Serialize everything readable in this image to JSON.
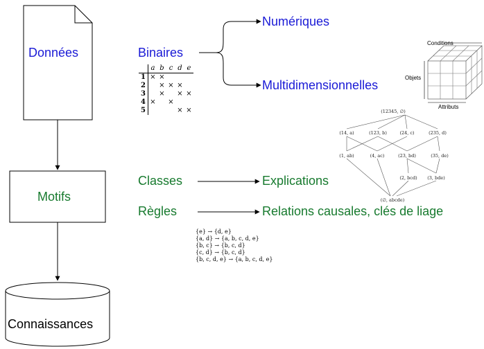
{
  "left_column": {
    "donnees": "Données",
    "motifs": "Motifs",
    "connaissances": "Connaissances"
  },
  "binary": {
    "label": "Binaires",
    "numeriques": "Numériques",
    "multidim": "Multidimensionnelles"
  },
  "cube": {
    "conditions": "Conditions",
    "objets": "Objets",
    "attributs": "Attributs"
  },
  "matrix": {
    "columns": [
      "a",
      "b",
      "c",
      "d",
      "e"
    ],
    "rows": [
      {
        "id": "1",
        "cells": [
          "×",
          "×",
          "",
          "",
          ""
        ]
      },
      {
        "id": "2",
        "cells": [
          "",
          "×",
          "×",
          "×",
          ""
        ]
      },
      {
        "id": "3",
        "cells": [
          "",
          "×",
          "",
          "×",
          "×"
        ]
      },
      {
        "id": "4",
        "cells": [
          "×",
          "",
          "×",
          "",
          ""
        ]
      },
      {
        "id": "5",
        "cells": [
          "",
          "",
          "",
          "×",
          "×"
        ]
      }
    ]
  },
  "outputs": {
    "classes": "Classes",
    "explications": "Explications",
    "regles": "Règles",
    "relations": "Relations causales, clés de liage"
  },
  "lattice": {
    "nodes": [
      "(12345, ∅)",
      "(14, a)",
      "(123, b)",
      "(24, c)",
      "(235, d)",
      "(1, ab)",
      "(4, ac)",
      "(23, bd)",
      "(35, de)",
      "(2, bcd)",
      "(3, bde)",
      "(∅, abcde)"
    ]
  },
  "rules": [
    "{e} → {d, e}",
    "{a, d} → {a, b, c, d, e}",
    "{b, c} → {b, c, d}",
    "{c, d} → {b, c, d}",
    "{b, c, d, e} → {a, b, c, d, e}"
  ],
  "colors": {
    "blue": "#1a1ad6",
    "green": "#177a2e"
  }
}
